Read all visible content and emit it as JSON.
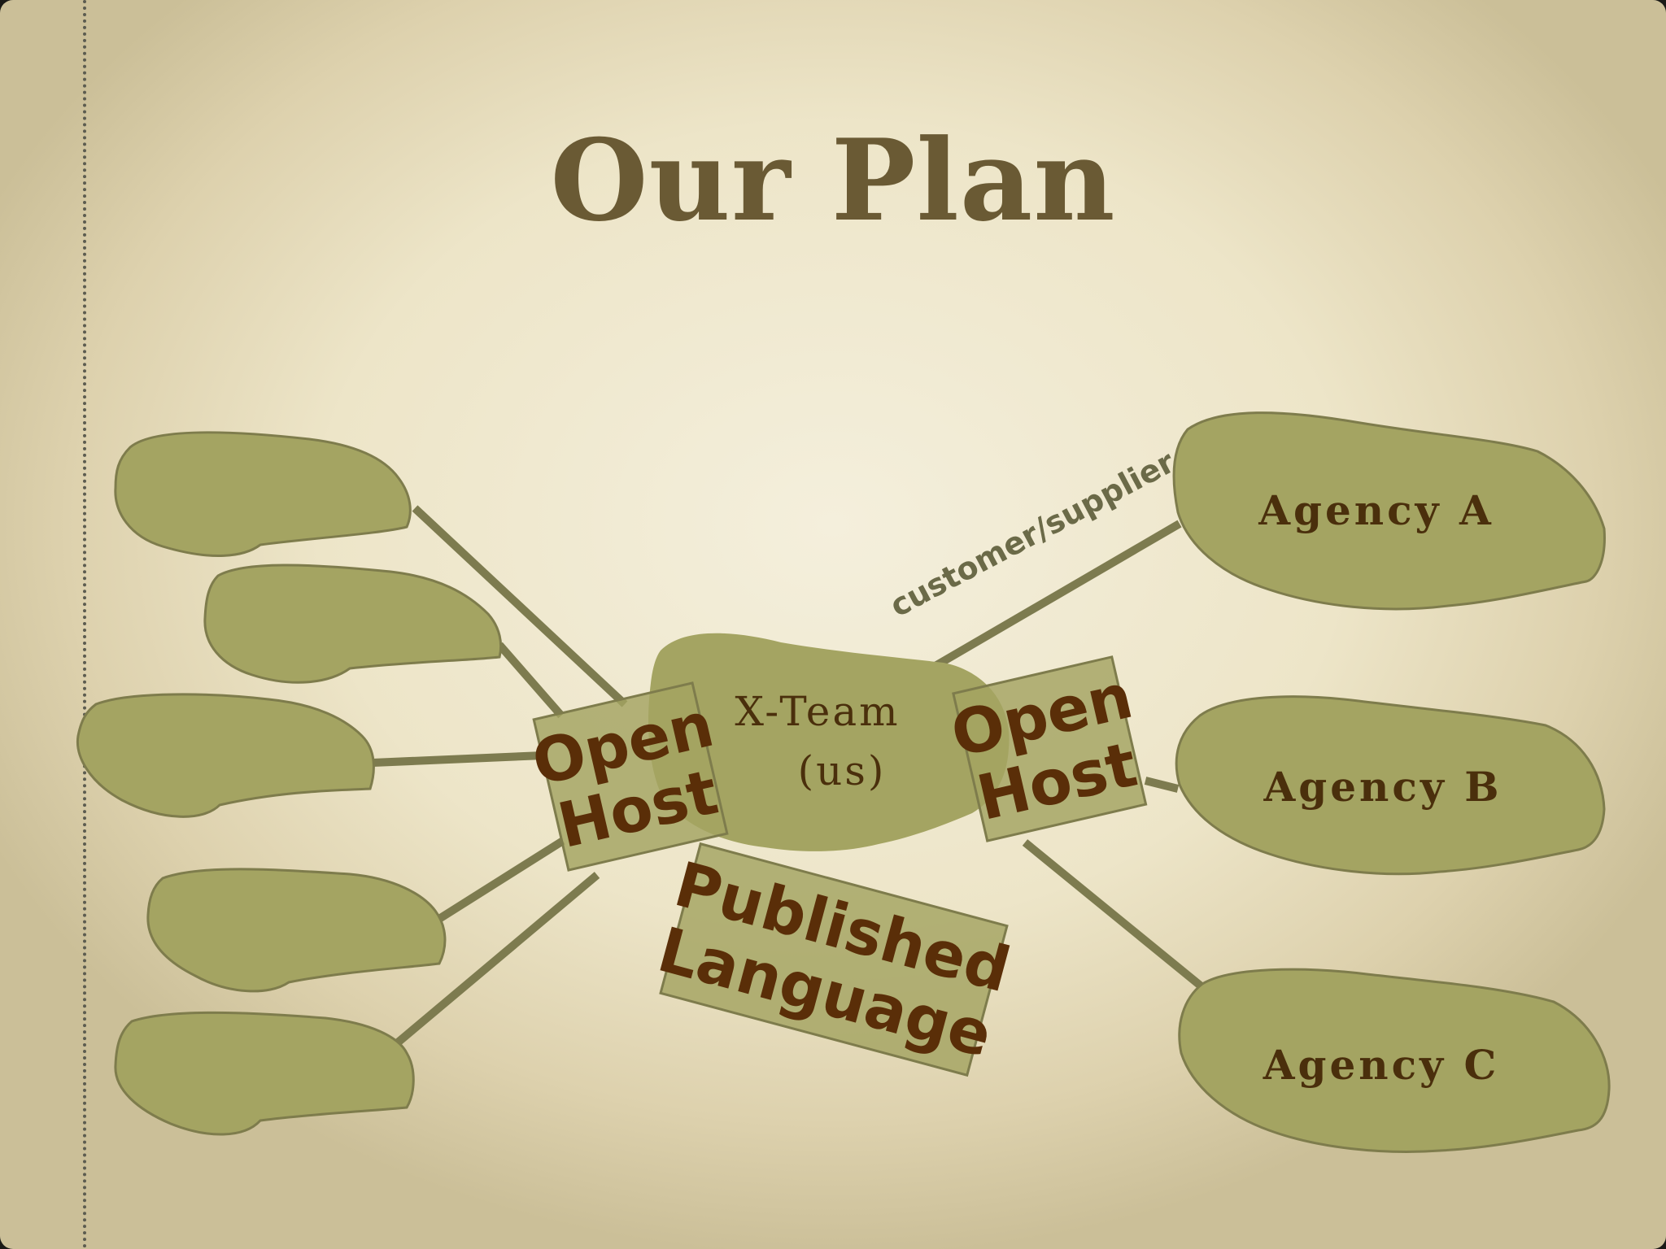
{
  "slide": {
    "title": "Our Plan"
  },
  "diagram": {
    "center": {
      "line1": "X-Team",
      "line2": "(us)"
    },
    "left_open_host": {
      "line1": "Open",
      "line2": "Host"
    },
    "right_open_host": {
      "line1": "Open",
      "line2": "Host"
    },
    "published_language": {
      "line1": "Published",
      "line2": "Language"
    },
    "relationship_label": "customer/supplier",
    "agencies": [
      {
        "label": "Agency A"
      },
      {
        "label": "Agency B"
      },
      {
        "label": "Agency C"
      }
    ],
    "unlabeled_contexts": 5
  },
  "colors": {
    "blob_fill": "#a4a462",
    "blob_stroke": "#7e7c4c",
    "label_text": "#4a2f0c",
    "title_text": "#6a5a34",
    "background": "#efe8cf"
  }
}
